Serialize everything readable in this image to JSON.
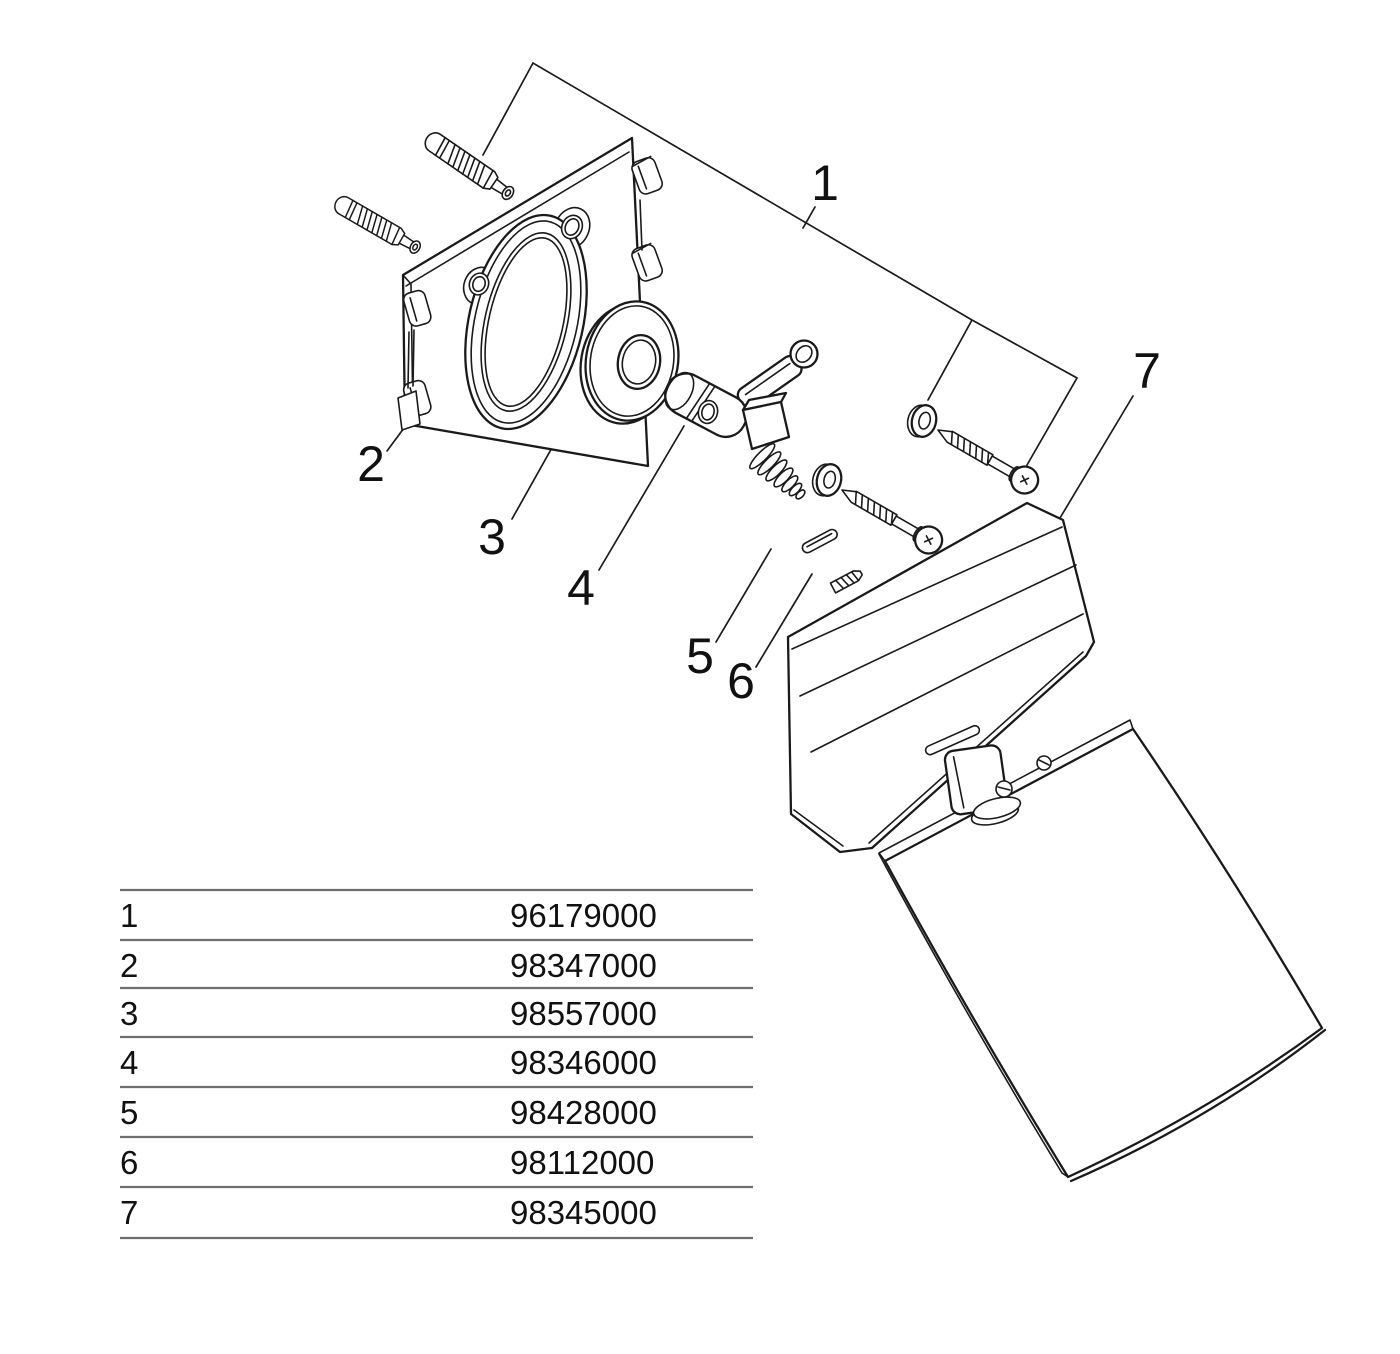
{
  "figure": {
    "kind": "exploded-parts-diagram",
    "background": "#ffffff",
    "ink_color": "#1a1a1a",
    "table_rule_color": "#6f6f6f",
    "callouts": [
      {
        "label": "1"
      },
      {
        "label": "2"
      },
      {
        "label": "3"
      },
      {
        "label": "4"
      },
      {
        "label": "5"
      },
      {
        "label": "6"
      },
      {
        "label": "7"
      }
    ]
  },
  "parts_table": {
    "rows": [
      {
        "pos": "1",
        "part_no": "96179000"
      },
      {
        "pos": "2",
        "part_no": "98347000"
      },
      {
        "pos": "3",
        "part_no": "98557000"
      },
      {
        "pos": "4",
        "part_no": "98346000"
      },
      {
        "pos": "5",
        "part_no": "98428000"
      },
      {
        "pos": "6",
        "part_no": "98112000"
      },
      {
        "pos": "7",
        "part_no": "98345000"
      }
    ]
  }
}
